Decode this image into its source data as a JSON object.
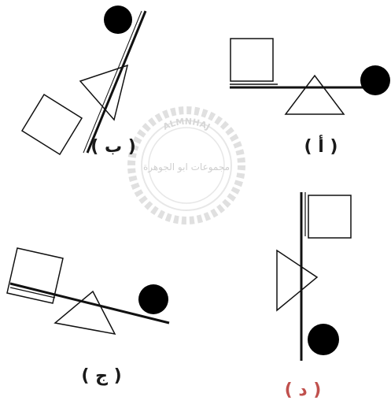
{
  "colors": {
    "line": "#111111",
    "label_normal": "#1a1a1a",
    "label_highlight": "#c0504d",
    "watermark": "#c8c8c8"
  },
  "watermark": {
    "top_text": "ALMNHAJ",
    "sub_text": "مجموعات ابو الجوهرة"
  },
  "panels": {
    "a": {
      "label": "( أ )"
    },
    "b": {
      "label": "( ب )"
    },
    "c": {
      "label": "( ج )"
    },
    "d": {
      "label": "( د )"
    }
  }
}
